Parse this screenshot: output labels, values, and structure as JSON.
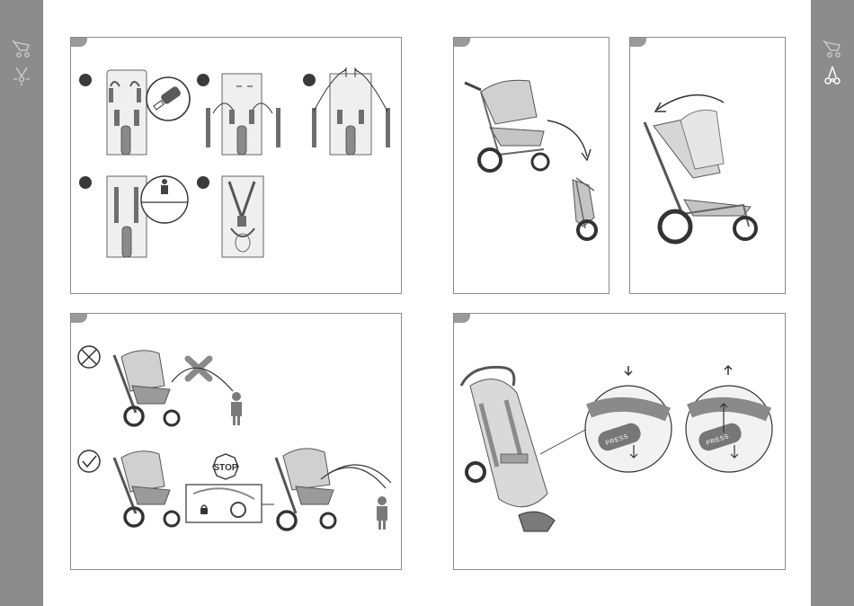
{
  "document": {
    "sign_stop_text": "STOP",
    "button_text_press": "PRESS",
    "colors": {
      "sidebar": "#8c8c8c",
      "border": "#8a8a8a",
      "ink": "#3a3a3a",
      "fill_light": "#d9d9d9",
      "fill_mid": "#a8a8a8"
    },
    "icons": {
      "left_sidebar": [
        "stroller-icon",
        "sun-canopy-icon"
      ],
      "right_sidebar": [
        "stroller-icon",
        "tricycle-stroller-icon"
      ]
    },
    "panels": [
      {
        "id": "harness-adjustment",
        "steps": 5
      },
      {
        "id": "folding-stroller",
        "steps": 1
      },
      {
        "id": "canopy-rotation",
        "steps": 1
      },
      {
        "id": "child-safety-brake",
        "steps": 2
      },
      {
        "id": "push-button-adjustment",
        "steps": 2
      }
    ],
    "status_symbols": [
      "prohibited-icon",
      "approved-check-icon"
    ]
  }
}
